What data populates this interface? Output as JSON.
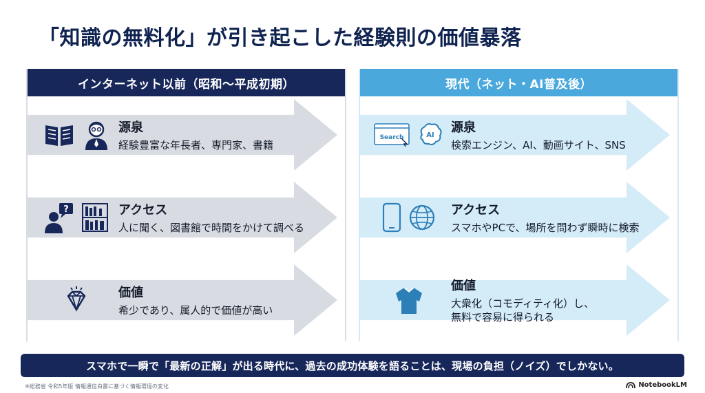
{
  "title": "「知識の無料化」が引き起こした経験則の価値暴落",
  "left": {
    "header": "インターネット以前（昭和〜平成初期）",
    "items": [
      {
        "label": "源泉",
        "desc": "経験豊富な年長者、専門家、書籍",
        "icons": [
          "book-icon",
          "elder-person-icon"
        ]
      },
      {
        "label": "アクセス",
        "desc": "人に聞く、図書館で時間をかけて調べる",
        "icons": [
          "person-question-icon",
          "bookshelf-icon"
        ]
      },
      {
        "label": "価値",
        "desc": "希少であり、属人的で価値が高い",
        "icons": [
          "diamond-icon"
        ]
      }
    ]
  },
  "right": {
    "header": "現代（ネット・AI普及後）",
    "items": [
      {
        "label": "源泉",
        "desc": "検索エンジン、AI、動画サイト、SNS",
        "icons": [
          "search-window-icon",
          "ai-brain-icon"
        ],
        "search_text": "Search",
        "ai_text": "AI"
      },
      {
        "label": "アクセス",
        "desc": "スマホやPCで、場所を問わず瞬時に検索",
        "icons": [
          "smartphone-icon",
          "globe-icon"
        ]
      },
      {
        "label": "価値",
        "desc_line1": "大衆化（コモディティ化）し、",
        "desc_line2": "無料で容易に得られる",
        "icons": [
          "shirt-icon"
        ]
      }
    ]
  },
  "banner": "スマホで一瞬で「最新の正解」が出る時代に、過去の成功体験を語ることは、現場の負担（ノイズ）でしかない。",
  "footnote": "※総務省 令和5年版 情報通信白書に基づく情報環境の変化",
  "brand": "NotebookLM",
  "colors": {
    "navy": "#17275a",
    "sky": "#4aa8dd",
    "left_arrow": "#d8dce2",
    "right_arrow": "#d4ebf8"
  }
}
